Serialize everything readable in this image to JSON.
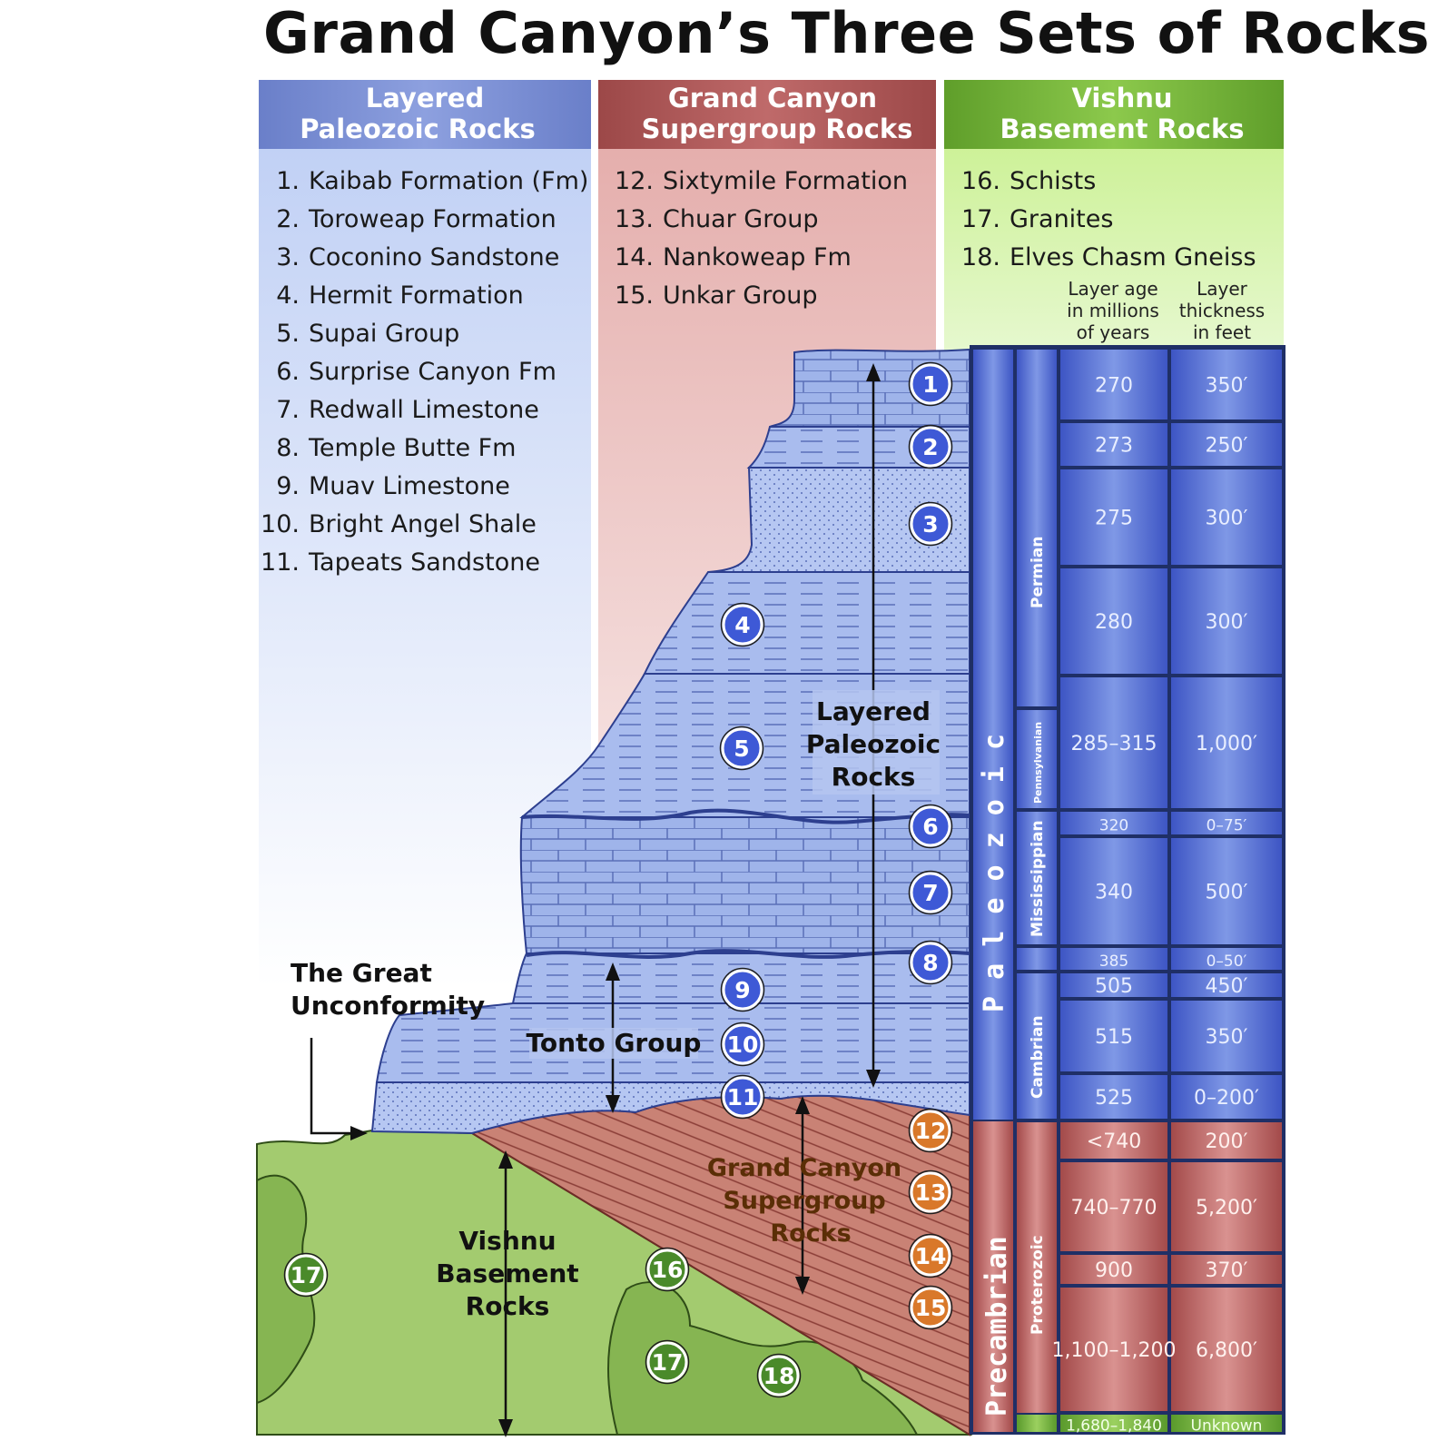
{
  "title": "Grand Canyon’s Three Sets of Rocks",
  "columns": {
    "paleozoic": {
      "heading_line1": "Layered",
      "heading_line2": "Paleozoic Rocks",
      "items": [
        "1. Kaibab Formation (Fm)",
        "2. Toroweap Formation",
        "3. Coconino Sandstone",
        "4. Hermit Formation",
        "5. Supai Group",
        "6. Surprise Canyon Fm",
        "7. Redwall Limestone",
        "8. Temple Butte Fm",
        "9. Muav Limestone",
        "10. Bright Angel Shale",
        "11. Tapeats Sandstone"
      ]
    },
    "supergroup": {
      "heading_line1": "Grand Canyon",
      "heading_line2": "Supergroup Rocks",
      "items": [
        "12. Sixtymile Formation",
        "13. Chuar Group",
        "14. Nankoweap Fm",
        "15. Unkar Group"
      ]
    },
    "vishnu": {
      "heading_line1": "Vishnu",
      "heading_line2": "Basement Rocks",
      "items": [
        "16. Schists",
        "17. Granites",
        "18. Elves Chasm Gneiss"
      ]
    }
  },
  "table_headers": {
    "age": [
      "Layer age",
      "in millions",
      "of years"
    ],
    "thickness": [
      "Layer",
      "thickness",
      "in feet"
    ]
  },
  "eras": {
    "paleozoic": "P a l e o z o i c",
    "precambrian": "Precambrian"
  },
  "periods": {
    "permian": "Permian",
    "pennsylvanian": "Pennsylvanian",
    "mississippian": "Mississippian",
    "cambrian": "Cambrian",
    "proterozoic": "Proterozoic"
  },
  "layers": [
    {
      "n": "1",
      "age": "270",
      "thickness": "350′",
      "group": "paleozoic"
    },
    {
      "n": "2",
      "age": "273",
      "thickness": "250′",
      "group": "paleozoic"
    },
    {
      "n": "3",
      "age": "275",
      "thickness": "300′",
      "group": "paleozoic"
    },
    {
      "n": "4",
      "age": "280",
      "thickness": "300′",
      "group": "paleozoic"
    },
    {
      "n": "5",
      "age": "285–315",
      "thickness": "1,000′",
      "group": "paleozoic"
    },
    {
      "n": "6",
      "age": "320",
      "thickness": "0–75′",
      "group": "paleozoic"
    },
    {
      "n": "7",
      "age": "340",
      "thickness": "500′",
      "group": "paleozoic"
    },
    {
      "n": "8",
      "age": "385",
      "thickness": "0–50′",
      "group": "paleozoic"
    },
    {
      "n": "9",
      "age": "505",
      "thickness": "450′",
      "group": "paleozoic"
    },
    {
      "n": "10",
      "age": "515",
      "thickness": "350′",
      "group": "paleozoic"
    },
    {
      "n": "11",
      "age": "525",
      "thickness": "0–200′",
      "group": "paleozoic"
    },
    {
      "n": "12",
      "age": "<740",
      "thickness": "200′",
      "group": "supergroup"
    },
    {
      "n": "13",
      "age": "740–770",
      "thickness": "5,200′",
      "group": "supergroup"
    },
    {
      "n": "14",
      "age": "900",
      "thickness": "370′",
      "group": "supergroup"
    },
    {
      "n": "15",
      "age": "1,100–1,200",
      "thickness": "6,800′",
      "group": "supergroup"
    },
    {
      "n": "16-18",
      "age": "1,680–1,840",
      "thickness": "Unknown",
      "group": "vishnu"
    }
  ],
  "labels": {
    "great_unconformity": [
      "The Great",
      "Unconformity"
    ],
    "layered_paleozoic": [
      "Layered",
      "Paleozoic",
      "Rocks"
    ],
    "tonto_group": "Tonto Group",
    "supergroup": [
      "Grand Canyon",
      "Supergroup",
      "Rocks"
    ],
    "vishnu": [
      "Vishnu",
      "Basement",
      "Rocks"
    ]
  },
  "badges": {
    "green": [
      "16",
      "17",
      "17",
      "18"
    ]
  },
  "colors": {
    "blue_header": "#7f93d6",
    "red_header": "#b05a5a",
    "green_header": "#7fbf3f",
    "rock_blue": "#9db3ea",
    "rock_red": "#c97c70",
    "rock_green": "#9cc46a",
    "badge_blue": "#3e59d6",
    "badge_orange": "#d9782a",
    "badge_green": "#4a8a2a"
  }
}
